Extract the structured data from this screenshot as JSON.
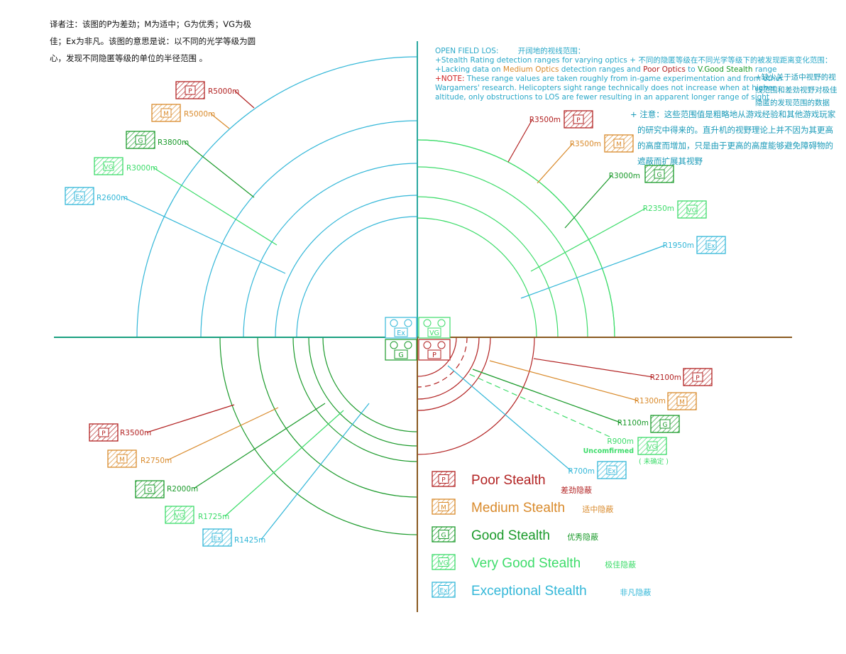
{
  "translator_note": {
    "lines": [
      "译者注：该图的P为差劲；M为适中；G为优秀；VG为极",
      "佳；Ex为非凡。该图的意思是说：以不同的光学等级为圆",
      "心，发现不同隐匿等级的单位的半径范围 。"
    ]
  },
  "header": {
    "title": "OPEN FIELD LOS:",
    "title_cn": "开阔地的视线范围：",
    "line1": "+Stealth Rating detection ranges for varying optics",
    "line1_cn": "+ 不同的隐匿等级在不同光学等级下的被发现距离变化范围：",
    "line2_a": "+Lacking data on ",
    "line2_b": "Medium Optics",
    "line2_c": " detection ranges and ",
    "line2_d": "Poor Optics",
    "line2_e": " to ",
    "line2_f": "V.Good Stealth",
    "line2_g": " range",
    "line2_cn": [
      "+缺少关于适中视野的视",
      "线范围和差劲视野对极佳",
      "隐匿的发现范围的数据"
    ],
    "note_label": "+NOTE:",
    "note_lines": [
      "These range values are taken roughly from in-game experimentation and from other",
      "Wargamers' research. Helicopters sight range technically does not increase when at higher",
      "altitude, only obstructions to LOS are fewer resulting in an apparent longer range of sight"
    ],
    "note_cn": [
      "+ 注意：这些范围值是粗略地从游戏经验和其他游戏玩家",
      "的研究中得来的。直升机的视野理论上并不因为其更高",
      "的高度而增加，只是由于更高的高度能够避免障碍物的",
      "遮蔽而扩展其视野"
    ]
  },
  "center_labels": [
    "Ex",
    "VG",
    "G",
    "P"
  ],
  "quadrants": [
    {
      "optics": "Ex",
      "rings": [
        {
          "grade": "P",
          "range": "R5000m"
        },
        {
          "grade": "M",
          "range": "R5000m"
        },
        {
          "grade": "G",
          "range": "R3800m"
        },
        {
          "grade": "VG",
          "range": "R3000m"
        },
        {
          "grade": "Ex",
          "range": "R2600m"
        }
      ]
    },
    {
      "optics": "VG",
      "rings": [
        {
          "grade": "P",
          "range": "R3500m"
        },
        {
          "grade": "M",
          "range": "R3500m"
        },
        {
          "grade": "G",
          "range": "R3000m"
        },
        {
          "grade": "VG",
          "range": "R2350m"
        },
        {
          "grade": "Ex",
          "range": "R1950m"
        }
      ]
    },
    {
      "optics": "G",
      "rings": [
        {
          "grade": "P",
          "range": "R3500m"
        },
        {
          "grade": "M",
          "range": "R2750m"
        },
        {
          "grade": "G",
          "range": "R2000m"
        },
        {
          "grade": "VG",
          "range": "R1725m"
        },
        {
          "grade": "Ex",
          "range": "R1425m"
        }
      ]
    },
    {
      "optics": "P",
      "rings": [
        {
          "grade": "P",
          "range": "R2100m"
        },
        {
          "grade": "M",
          "range": "R1300m"
        },
        {
          "grade": "G",
          "range": "R1100m"
        },
        {
          "grade": "VG",
          "range": "R900m",
          "sub": "Uncomfirmed",
          "sub_cn": "( 未确定 )"
        },
        {
          "grade": "Ex",
          "range": "R700m"
        }
      ]
    }
  ],
  "legend": [
    {
      "grade": "P",
      "label": "Poor Stealth",
      "cn": "差劲隐蔽"
    },
    {
      "grade": "M",
      "label": "Medium Stealth",
      "cn": "适中隐蔽"
    },
    {
      "grade": "G",
      "label": "Good Stealth",
      "cn": "优秀隐蔽"
    },
    {
      "grade": "VG",
      "label": "Very Good Stealth",
      "cn": "极佳隐蔽"
    },
    {
      "grade": "Ex",
      "label": "Exceptional Stealth",
      "cn": "非凡隐蔽"
    }
  ],
  "colors": {
    "P": "#b22222",
    "M": "#d98a2b",
    "G": "#1a9a2a",
    "VG": "#3ddc6a",
    "Ex": "#33b7d8",
    "axis_top": "#2aa8a0",
    "axis_bottom": "#8a5a20",
    "axis_left": "#1aa080",
    "header_text": "#2aa8c8",
    "cn_text": "#1a9ab8",
    "note_red": "#d02020"
  }
}
